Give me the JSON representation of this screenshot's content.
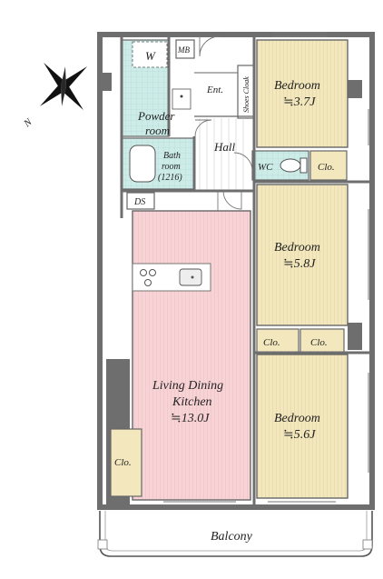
{
  "plan": {
    "rooms": {
      "bedroom_top": {
        "name": "Bedroom",
        "size": "≒3.7J"
      },
      "bedroom_mid": {
        "name": "Bedroom",
        "size": "≒5.8J"
      },
      "bedroom_bottom": {
        "name": "Bedroom",
        "size": "≒5.6J"
      },
      "ldk": {
        "name_line1": "Living Dining",
        "name_line2": "Kitchen",
        "size": "≒13.0J"
      },
      "powder": {
        "line1": "Powder",
        "line2": "room"
      },
      "bath": {
        "line1": "Bath",
        "line2": "room",
        "line3": "(1216)"
      },
      "entrance": "Ent.",
      "hall": "Hall",
      "shoes_cloak": "Shoes Cloak",
      "wc": "WC",
      "ds": "DS",
      "mb": "MB",
      "washer": "W",
      "balcony": "Balcony",
      "closet": "Clo."
    },
    "compass": {
      "label": "N"
    },
    "colors": {
      "bedroom": "#f3e7bd",
      "ldk": "#f7d3d6",
      "wet": "#cdece8",
      "closet": "#f3e7bd",
      "wall": "#6e6e6e",
      "floor_white": "#ffffff"
    }
  }
}
